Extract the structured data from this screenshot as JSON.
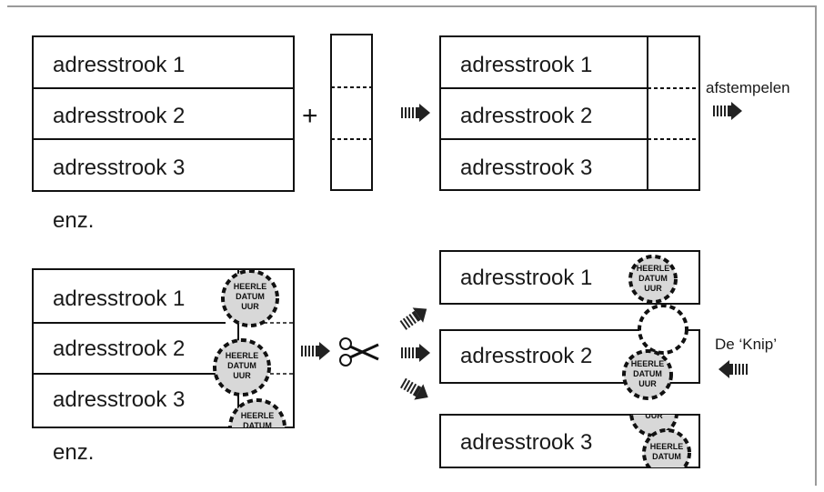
{
  "top": {
    "strips": [
      "adresstrook 1",
      "adresstrook 2",
      "adresstrook 3"
    ],
    "plus": "+",
    "result_strips": [
      "adresstrook 1",
      "adresstrook 2",
      "adresstrook 3"
    ],
    "action_label": "afstempelen",
    "etc": "enz."
  },
  "bottom": {
    "strips": [
      "adresstrook 1",
      "adresstrook 2",
      "adresstrook 3"
    ],
    "cut_strips": [
      "adresstrook 1",
      "adresstrook 2",
      "adresstrook 3"
    ],
    "knip_label": "De ‘Knip’",
    "etc": "enz."
  },
  "stamp": {
    "line1": "HEERLE",
    "line2": "DATUM",
    "line3": "UUR"
  },
  "icons": [
    "plus-icon",
    "arrow-icon",
    "scissors-icon"
  ]
}
